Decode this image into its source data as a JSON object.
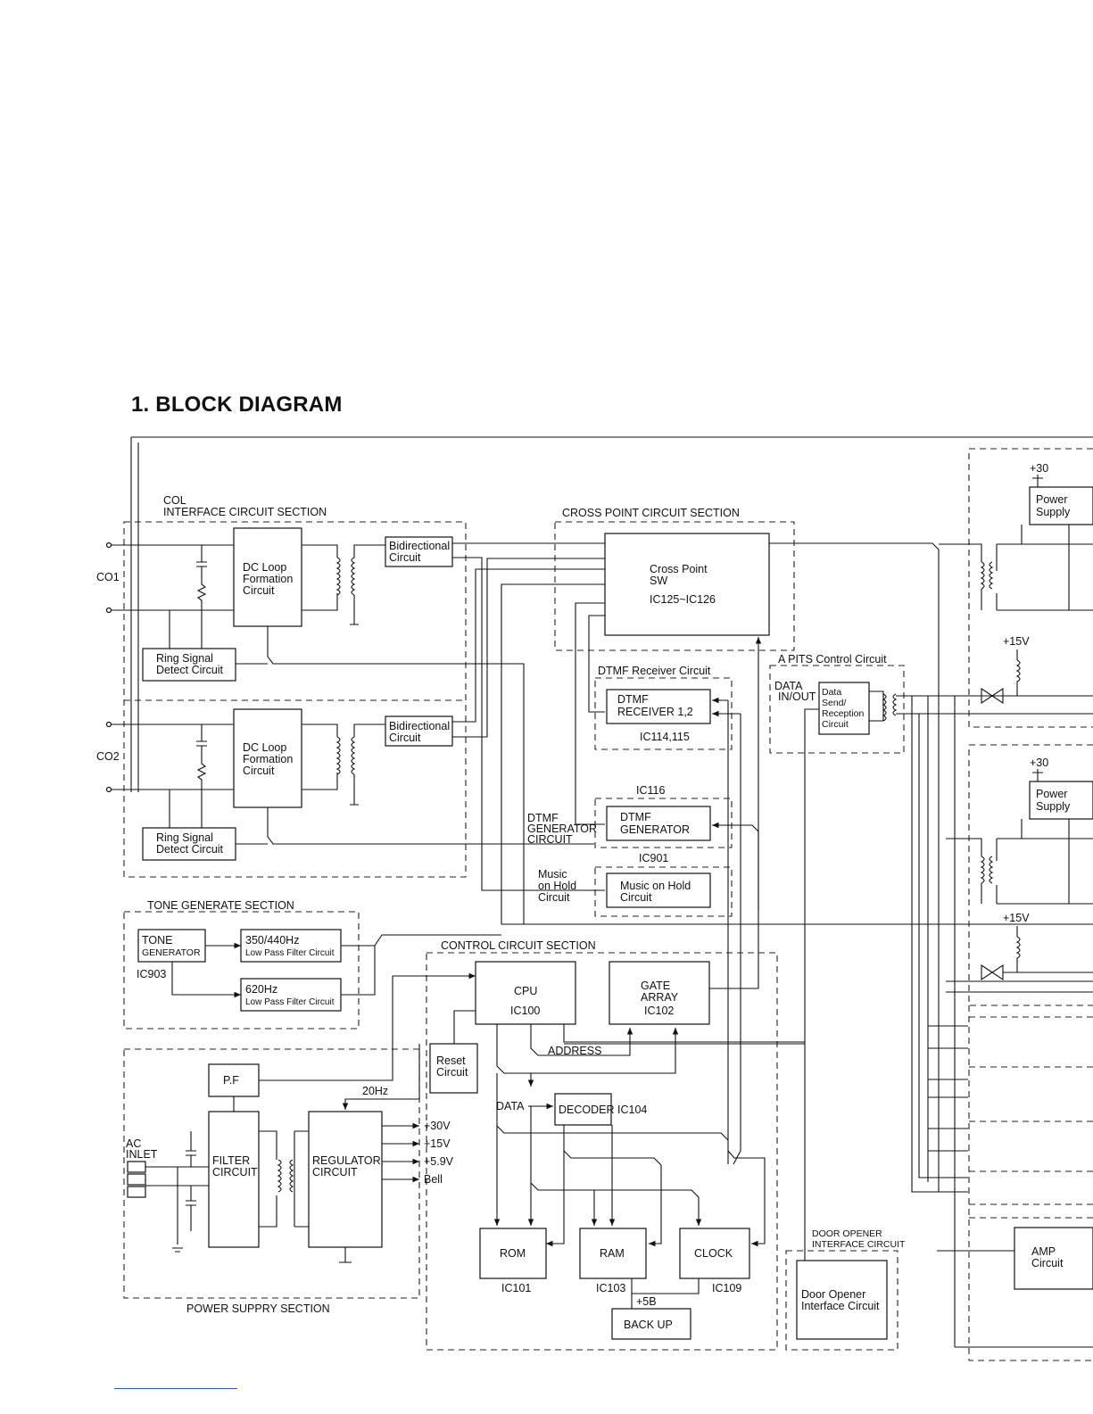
{
  "title": "1. BLOCK DIAGRAM",
  "sections": {
    "col_interface": [
      "COL",
      "INTERFACE CIRCUIT SECTION"
    ],
    "cross_point": "CROSS POINT CIRCUIT SECTION",
    "tone_generate": "TONE GENERATE SECTION",
    "control": "CONTROL CIRCUIT SECTION",
    "power": "POWER SUPPRY SECTION",
    "door_opener": [
      "DOOR OPENER",
      "INTERFACE CIRCUIT"
    ],
    "apits": "A PITS Control Circuit",
    "dtmf_receiver_group": "DTMF Receiver Circuit"
  },
  "ports": {
    "co1": "CO1",
    "co2": "CO2",
    "ac_inlet": [
      "AC",
      "INLET"
    ],
    "data_inout": [
      "DATA",
      "IN/OUT"
    ]
  },
  "blocks": {
    "dc_loop": [
      "DC Loop",
      "Formation",
      "Circuit"
    ],
    "bidirectional": [
      "Bidirectional",
      "Circuit"
    ],
    "ring_detect": [
      "Ring Signal",
      "Detect Circuit"
    ],
    "cross_point_sw": [
      "Cross Point",
      "SW",
      "IC125~IC126"
    ],
    "dtmf_receiver": [
      "DTMF",
      "RECEIVER 1,2",
      "IC114,115"
    ],
    "dtmf_generator": [
      "DTMF",
      "GENERATOR",
      "IC116",
      "IC901"
    ],
    "dtmf_gen_label": [
      "DTMF",
      "GENERATOR",
      "CIRCUIT"
    ],
    "music_on_hold": [
      "Music on Hold",
      "Circuit"
    ],
    "music_label": [
      "Music",
      "on Hold",
      "Circuit"
    ],
    "data_send": [
      "Data",
      "Send/",
      "Reception",
      "Circuit"
    ],
    "tone_generator": [
      "TONE",
      "GENERATOR",
      "IC903"
    ],
    "lpf_350": [
      "350/440Hz",
      "Low Pass Filter Circuit"
    ],
    "lpf_620": [
      "620Hz",
      "Low Pass Filter Circuit"
    ],
    "cpu": [
      "CPU",
      "IC100"
    ],
    "gate_array": [
      "GATE",
      "ARRAY",
      "IC102"
    ],
    "reset": [
      "Reset",
      "Circuit"
    ],
    "decoder": [
      "DECODER",
      "IC104"
    ],
    "address": "ADDRESS",
    "data": "DATA",
    "rom": [
      "ROM",
      "IC101"
    ],
    "ram": [
      "RAM",
      "IC103"
    ],
    "clock": [
      "CLOCK",
      "IC109"
    ],
    "backup": [
      "BACK UP",
      "+5B"
    ],
    "pf": "P.F",
    "filter": [
      "FILTER",
      "CIRCUIT"
    ],
    "regulator": [
      "REGULATOR",
      "CIRCUIT"
    ],
    "hz20": "20Hz",
    "outputs": [
      "+30V",
      "+15V",
      "+5.9V",
      "Bell"
    ],
    "door_opener_box": [
      "Door Opener",
      "Interface Circuit"
    ],
    "power_supply": [
      "Power",
      "Supply"
    ],
    "plus30": "+30",
    "plus15v": "+15V",
    "amp": [
      "AMP",
      "Circuit"
    ]
  }
}
